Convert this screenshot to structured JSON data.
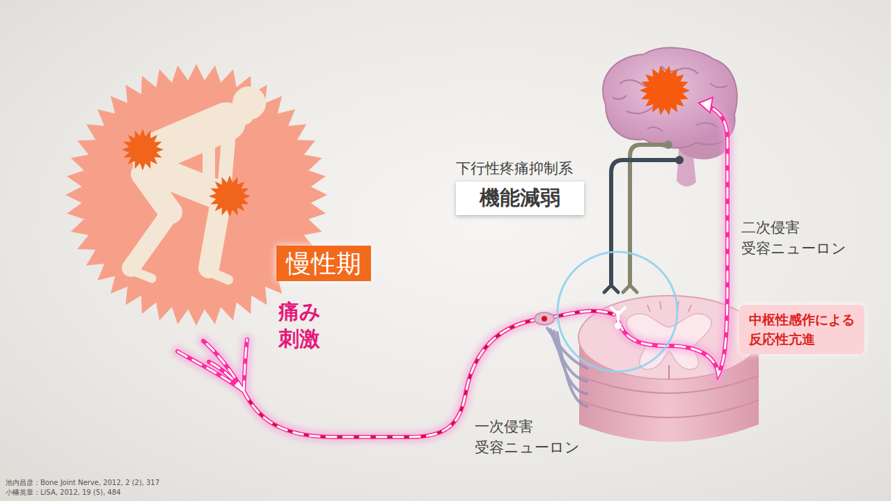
{
  "diagram": {
    "nodes": [
      {
        "text": [
          "下行性疼痛抑制系",
          "機能減弱"
        ]
      },
      {
        "text": [
          "慢性期"
        ]
      },
      {
        "text": [
          "中枢性感作による 反応性亢進"
        ]
      }
    ],
    "labels": [
      "痛み 刺激",
      "二次侵害 受容ニューロン",
      "一次侵害 受容ニューロン",
      "池内昌彦：Bone Joint Nerve, 2012, 2 (2), 317",
      "小幡英章：LiSA, 2012, 19 (5), 484"
    ]
  }
}
